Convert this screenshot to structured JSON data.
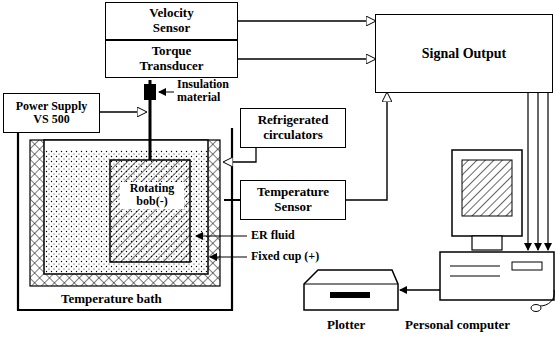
{
  "diagram": {
    "nodes": [
      {
        "text": [
          "Velocity Sensor"
        ]
      },
      {
        "text": [
          "Torque Transducer"
        ]
      },
      {
        "text": [
          "Signal Output"
        ]
      },
      {
        "text": [
          "Power Supply",
          "VS 500"
        ]
      },
      {
        "text": [
          "Refrigerated circulators"
        ]
      },
      {
        "text": [
          "Temperature Sensor"
        ]
      }
    ],
    "edges": [
      {
        "from": 0,
        "to": 2,
        "arrow": "to"
      },
      {
        "from": 1,
        "to": 2,
        "arrow": "to"
      },
      {
        "from": 5,
        "to": 2,
        "arrow": "to"
      }
    ],
    "labels": [
      "Insulation material",
      "Rotating bob(-)",
      "ER fluid",
      "Fixed cup (+)",
      "Temperature bath",
      "Plotter",
      "Personal computer"
    ]
  }
}
